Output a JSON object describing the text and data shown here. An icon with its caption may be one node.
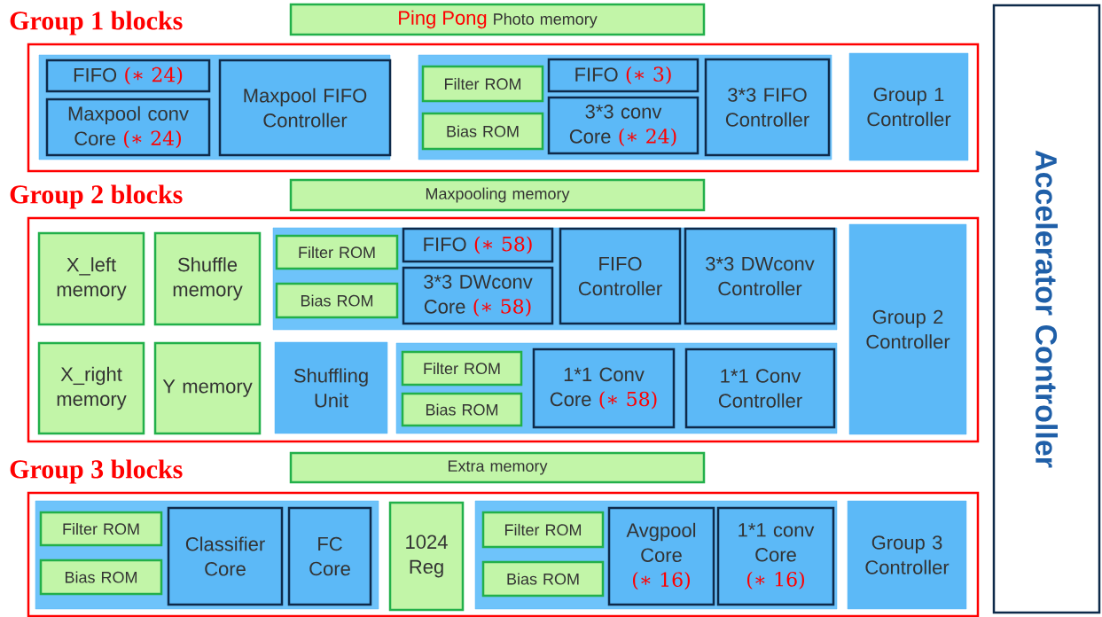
{
  "diagram": {
    "nodes": [
      {
        "text": [
          "Ping Pong",
          "Photo memory"
        ]
      },
      {
        "text": [
          "Group 1 blocks"
        ]
      },
      {
        "text": [],
        "shape": "box",
        "in": 1
      },
      {
        "text": [
          "FIFO",
          "(∗ 24)"
        ],
        "in": 2
      },
      {
        "text": [
          "Maxpool conv Core",
          "(∗ 24)"
        ],
        "in": 2
      },
      {
        "text": [
          "Maxpool FIFO Controller"
        ],
        "in": 2
      },
      {
        "text": [],
        "shape": "box",
        "in": 1
      },
      {
        "text": [
          "Filter ROM"
        ],
        "in": 6
      },
      {
        "text": [
          "Bias ROM"
        ],
        "in": 6
      },
      {
        "text": [
          "FIFO",
          "(∗ 3)"
        ],
        "in": 6
      },
      {
        "text": [
          "3*3 conv Core",
          "(∗ 24)"
        ],
        "in": 6
      },
      {
        "text": [
          "3*3 FIFO Controller"
        ],
        "in": 6
      },
      {
        "text": [
          "Group 1 Controller"
        ],
        "in": 1
      },
      {
        "text": [
          "Maxpooling memory"
        ]
      },
      {
        "text": [
          "Group 2 blocks"
        ]
      },
      {
        "text": [
          "X_left memory"
        ],
        "in": 14
      },
      {
        "text": [
          "Shuffle memory"
        ],
        "in": 14
      },
      {
        "text": [],
        "shape": "box",
        "in": 14
      },
      {
        "text": [
          "Filter ROM"
        ],
        "in": 17
      },
      {
        "text": [
          "Bias ROM"
        ],
        "in": 17
      },
      {
        "text": [
          "FIFO",
          "(∗ 58)"
        ],
        "in": 17
      },
      {
        "text": [
          "3*3 DWconv Core",
          "(∗ 58)"
        ],
        "in": 17
      },
      {
        "text": [
          "FIFO Controller"
        ],
        "in": 17
      },
      {
        "text": [
          "3*3 DWconv Controller"
        ],
        "in": 17
      },
      {
        "text": [
          "Group 2 Controller"
        ],
        "in": 14
      },
      {
        "text": [
          "X_right memory"
        ],
        "in": 14
      },
      {
        "text": [
          "Y memory"
        ],
        "in": 14
      },
      {
        "text": [
          "Shuffling Unit"
        ],
        "in": 14
      },
      {
        "text": [],
        "shape": "box",
        "in": 14
      },
      {
        "text": [
          "Filter ROM"
        ],
        "in": 28
      },
      {
        "text": [
          "Bias ROM"
        ],
        "in": 28
      },
      {
        "text": [
          "1*1 Conv Core",
          "(∗ 58)"
        ],
        "in": 28
      },
      {
        "text": [
          "1*1 Conv Controller"
        ],
        "in": 28
      },
      {
        "text": [
          "Extra memory"
        ]
      },
      {
        "text": [
          "Group 3 blocks"
        ]
      },
      {
        "text": [],
        "shape": "box",
        "in": 34
      },
      {
        "text": [
          "Filter ROM"
        ],
        "in": 35
      },
      {
        "text": [
          "Bias ROM"
        ],
        "in": 35
      },
      {
        "text": [
          "Classifier Core"
        ],
        "in": 35
      },
      {
        "text": [
          "FC Core"
        ],
        "in": 35
      },
      {
        "text": [
          "1024 Reg"
        ],
        "in": 34
      },
      {
        "text": [],
        "shape": "box",
        "in": 34
      },
      {
        "text": [
          "Filter ROM"
        ],
        "in": 41
      },
      {
        "text": [
          "Bias ROM"
        ],
        "in": 41
      },
      {
        "text": [
          "Avgpool Core",
          "(∗ 16)"
        ],
        "in": 41
      },
      {
        "text": [
          "1*1 conv Core",
          "(∗ 16)"
        ],
        "in": 41
      },
      {
        "text": [
          "Group 3 Controller"
        ],
        "in": 34
      },
      {
        "text": [
          "Accelerator Controller"
        ]
      }
    ]
  }
}
